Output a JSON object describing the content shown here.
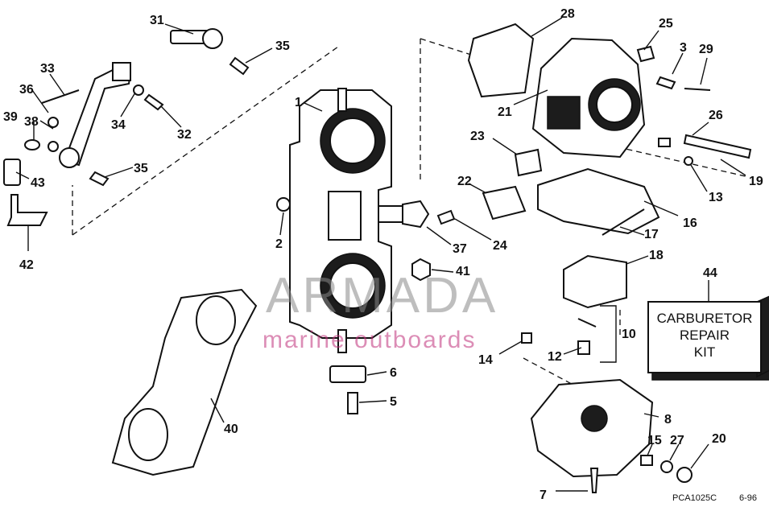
{
  "callouts": [
    "31",
    "35",
    "33",
    "36",
    "34",
    "32",
    "39",
    "38",
    "35",
    "43",
    "42",
    "1",
    "2",
    "28",
    "25",
    "3",
    "29",
    "21",
    "26",
    "19",
    "13",
    "23",
    "22",
    "24",
    "37",
    "16",
    "17",
    "18",
    "41",
    "44",
    "10",
    "12",
    "14",
    "6",
    "5",
    "40",
    "8",
    "15",
    "27",
    "20",
    "7"
  ],
  "kit_box": {
    "line1": "CARBURETOR",
    "line2": "REPAIR",
    "line3": "KIT"
  },
  "watermark": {
    "brand": "ARMADA",
    "tagline": "marine outboards"
  },
  "figure_code": "PCA1025C",
  "figure_date": "6-96"
}
